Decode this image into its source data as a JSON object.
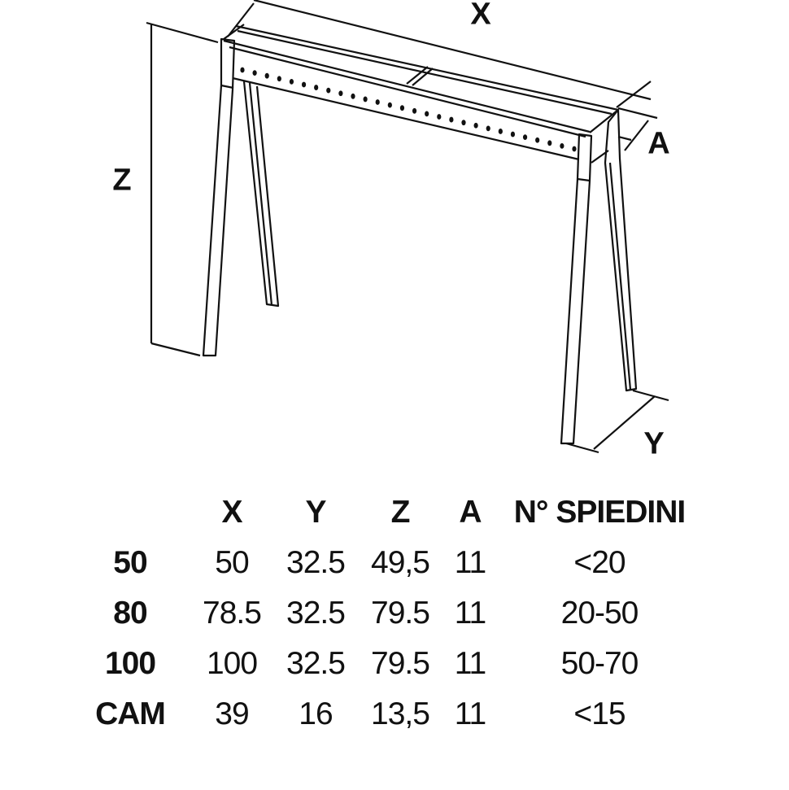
{
  "dimension_labels": {
    "x": "X",
    "y": "Y",
    "z": "Z",
    "a": "A"
  },
  "table": {
    "headers": [
      "X",
      "Y",
      "Z",
      "A",
      "N° SPIEDINI"
    ],
    "rows": [
      {
        "label": "50",
        "values": [
          "50",
          "32.5",
          "49,5",
          "11",
          "<20"
        ]
      },
      {
        "label": "80",
        "values": [
          "78.5",
          "32.5",
          "79.5",
          "11",
          "20-50"
        ]
      },
      {
        "label": "100",
        "values": [
          "100",
          "32.5",
          "79.5",
          "11",
          "50-70"
        ]
      },
      {
        "label": "CAM",
        "values": [
          "39",
          "16",
          "13,5",
          "11",
          "<15"
        ]
      }
    ]
  }
}
